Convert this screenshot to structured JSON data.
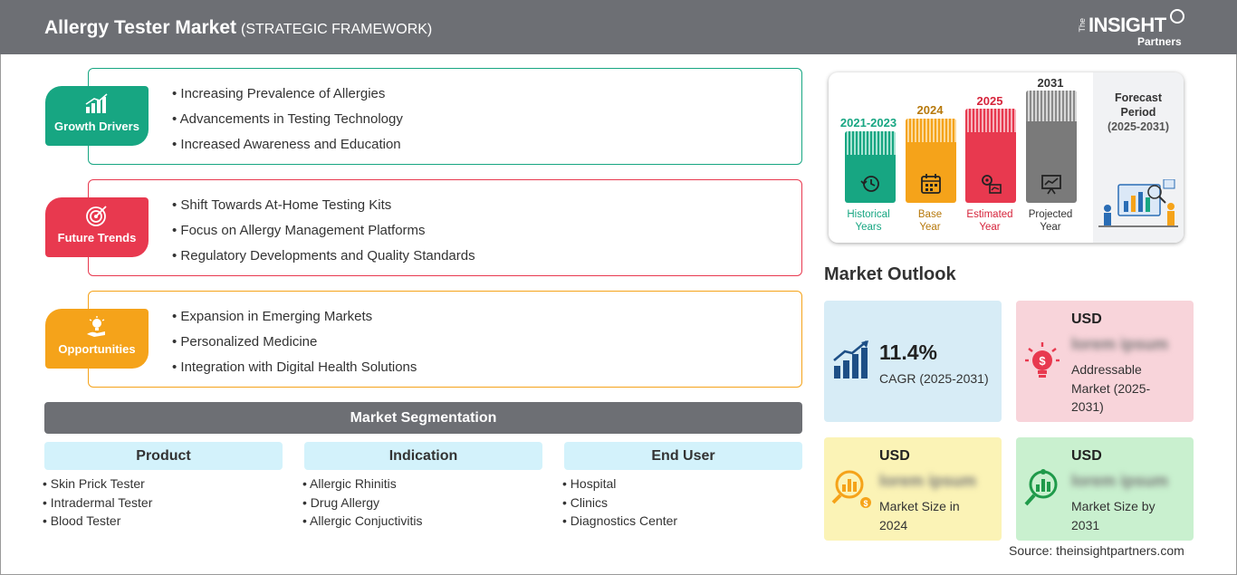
{
  "header": {
    "title": "Allergy Tester Market",
    "subtitle": "(STRATEGIC FRAMEWORK)",
    "logo": {
      "the": "The",
      "main": "INSIGHT",
      "sub": "Partners"
    }
  },
  "framework": {
    "growth_drivers": {
      "label": "Growth Drivers",
      "color": "#17a682",
      "items": [
        "Increasing Prevalence of Allergies",
        "Advancements in Testing Technology",
        "Increased Awareness and Education"
      ]
    },
    "future_trends": {
      "label": "Future Trends",
      "color": "#e8394f",
      "items": [
        "Shift Towards At-Home Testing Kits",
        "Focus on Allergy Management Platforms",
        "Regulatory Developments and Quality Standards"
      ]
    },
    "opportunities": {
      "label": "Opportunities",
      "color": "#f5a31a",
      "items": [
        "Expansion in Emerging Markets",
        "Personalized Medicine",
        "Integration with Digital Health Solutions"
      ]
    }
  },
  "segmentation": {
    "title": "Market Segmentation",
    "columns": [
      {
        "heading": "Product",
        "items": [
          "Skin Prick Tester",
          "Intradermal Tester",
          "Blood Tester"
        ]
      },
      {
        "heading": "Indication",
        "items": [
          "Allergic Rhinitis",
          "Drug Allergy",
          "Allergic Conjuctivitis"
        ]
      },
      {
        "heading": "End User",
        "items": [
          "Hospital",
          "Clinics",
          "Diagnostics Center"
        ]
      }
    ]
  },
  "timeline": {
    "periods": [
      {
        "year": "2021-2023",
        "label1": "Historical",
        "label2": "Years",
        "color": "#17a682"
      },
      {
        "year": "2024",
        "label1": "Base",
        "label2": "Year",
        "color": "#f5a31a"
      },
      {
        "year": "2025",
        "label1": "Estimated",
        "label2": "Year",
        "color": "#e8394f"
      },
      {
        "year": "2031",
        "label1": "Projected",
        "label2": "Year",
        "color": "#7a7a7a"
      }
    ],
    "forecast": {
      "line1": "Forecast",
      "line2": "Period",
      "line3": "(2025-2031)"
    }
  },
  "outlook": {
    "title": "Market Outlook",
    "cagr": {
      "value": "11.4%",
      "label": "CAGR (2025-2031)",
      "bg": "#d7ecf6"
    },
    "addressable": {
      "currency": "USD",
      "value": "lorem ipsum",
      "label1": "Addressable",
      "label2": "Market (2025-",
      "label3": "2031)",
      "bg": "#f8d4da"
    },
    "size_2024": {
      "currency": "USD",
      "value": "lorem ipsum",
      "label1": "Market Size in",
      "label2": "2024",
      "bg": "#fbf3b6"
    },
    "size_2031": {
      "currency": "USD",
      "value": "lorem ipsum",
      "label1": "Market Size by",
      "label2": "2031",
      "bg": "#c9f0cf"
    }
  },
  "source": "Source: theinsightpartners.com"
}
